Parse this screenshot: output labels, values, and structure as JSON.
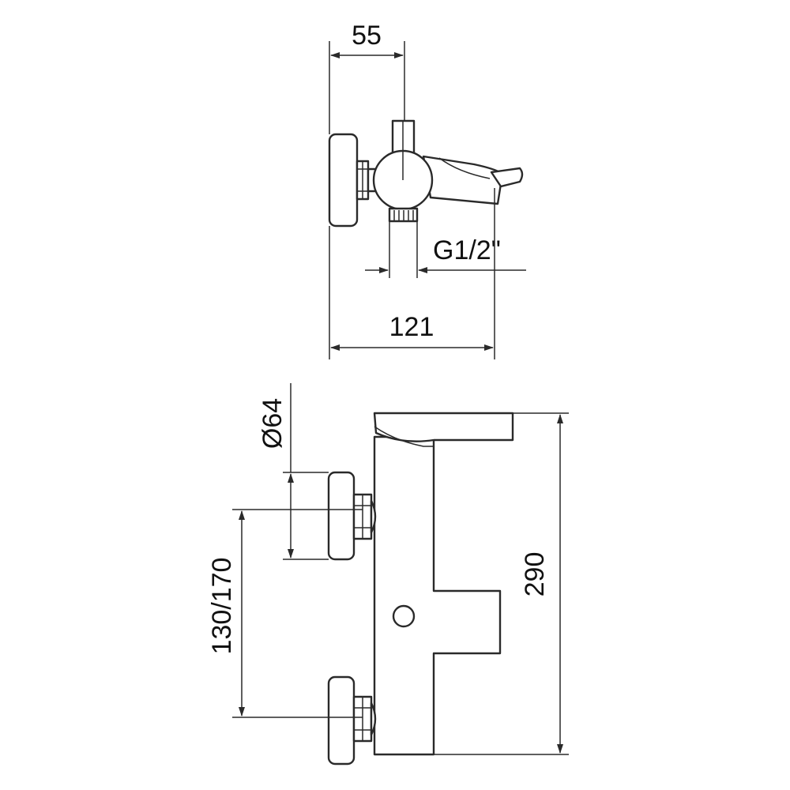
{
  "dimensions": {
    "top_width": "55",
    "thread_size": "G1/2\"",
    "projection": "121",
    "eccentric_diameter": "Ø64",
    "connection_spacing": "130/170",
    "overall_length": "290"
  },
  "colors": {
    "line": "#2a2a2a",
    "background": "#ffffff"
  }
}
